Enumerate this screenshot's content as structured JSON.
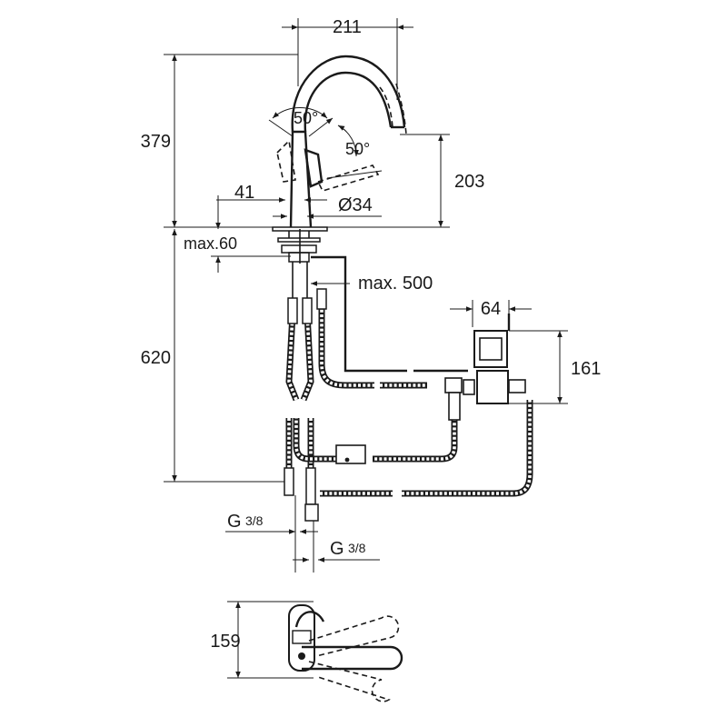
{
  "dimensions": {
    "width_top": "211",
    "height_total_upper": "379",
    "angle_1": "50°",
    "angle_2": "50°",
    "spout_height": "203",
    "handle_offset": "41",
    "diameter": "Ø34",
    "counter_max": "max.60",
    "cable_max": "max. 500",
    "box_width": "64",
    "box_height": "161",
    "lower_height": "620",
    "thread_left": "G",
    "thread_left_frac": "3/8",
    "thread_right": "G",
    "thread_right_frac": "3/8",
    "plan_depth": "159"
  },
  "colors": {
    "line": "#1a1a1a",
    "background": "#ffffff"
  }
}
